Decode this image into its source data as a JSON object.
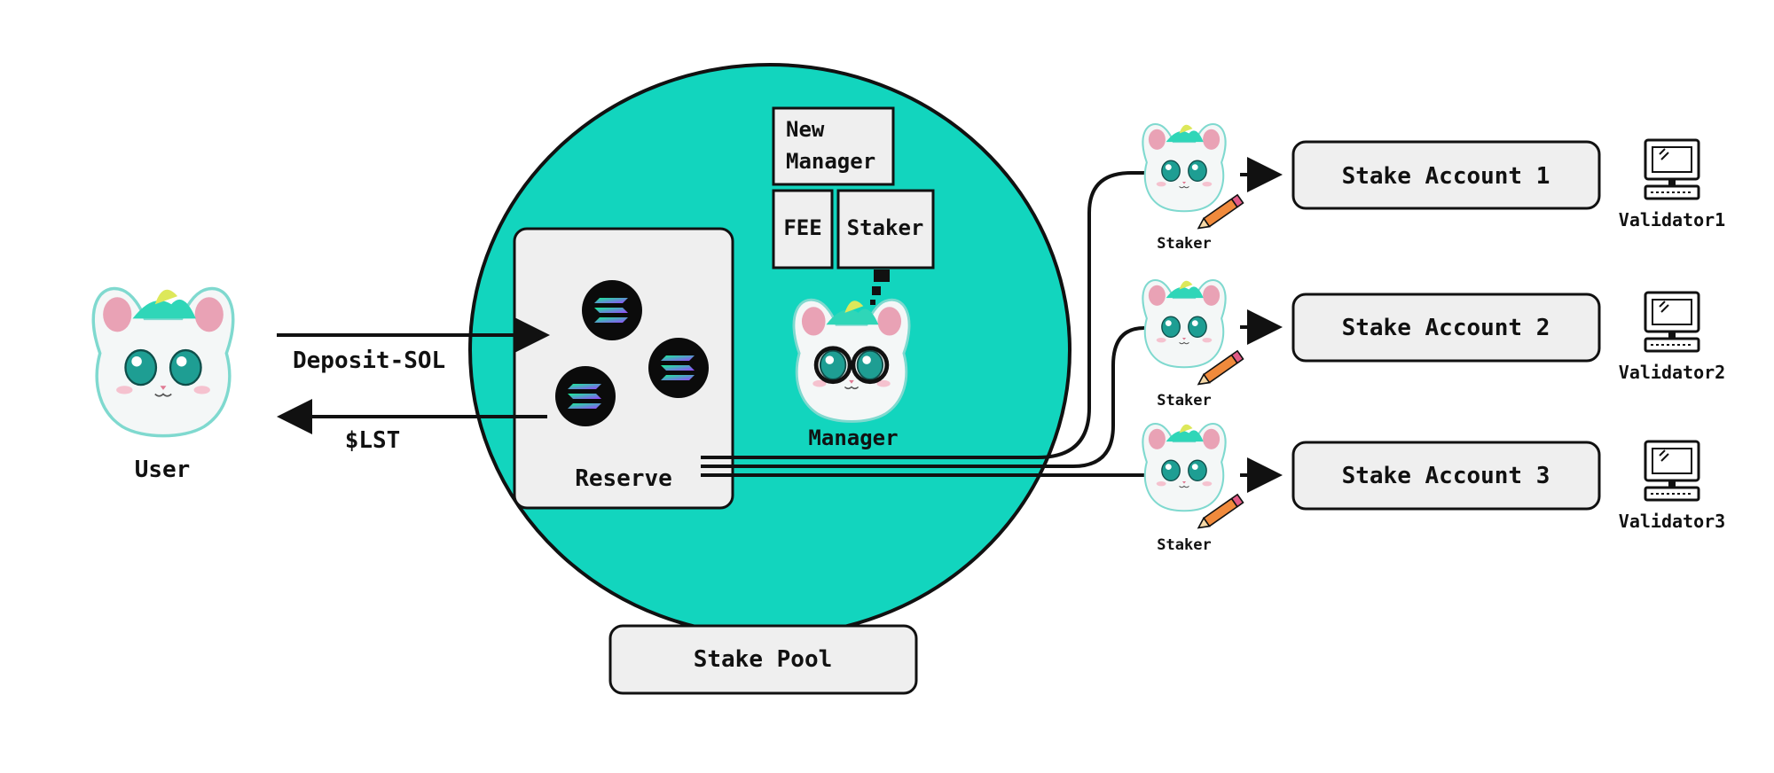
{
  "user": {
    "label": "User",
    "icon": "cat-mascot-icon"
  },
  "arrows": {
    "deposit_label": "Deposit-SOL",
    "lst_label": "$LST"
  },
  "pool": {
    "label": "Stake Pool",
    "reserve_label": "Reserve",
    "color": "#12D5BE"
  },
  "tokens": {
    "icon": "solana-logo-icon",
    "count": 3
  },
  "manager": {
    "label": "Manager",
    "icon": "cat-mascot-with-glasses-icon",
    "roles": {
      "new_manager_line1": "New",
      "new_manager_line2": "Manager",
      "fee": "FEE",
      "staker": "Staker"
    }
  },
  "stakers": [
    {
      "label": "Staker",
      "account": "Stake Account 1",
      "validator": "Validator1"
    },
    {
      "label": "Staker",
      "account": "Stake Account 2",
      "validator": "Validator2"
    },
    {
      "label": "Staker",
      "account": "Stake Account 3",
      "validator": "Validator3"
    }
  ],
  "colors": {
    "box_fill": "#EFEFEF",
    "stroke": "#111111",
    "token_bg": "#0B0B0B"
  }
}
